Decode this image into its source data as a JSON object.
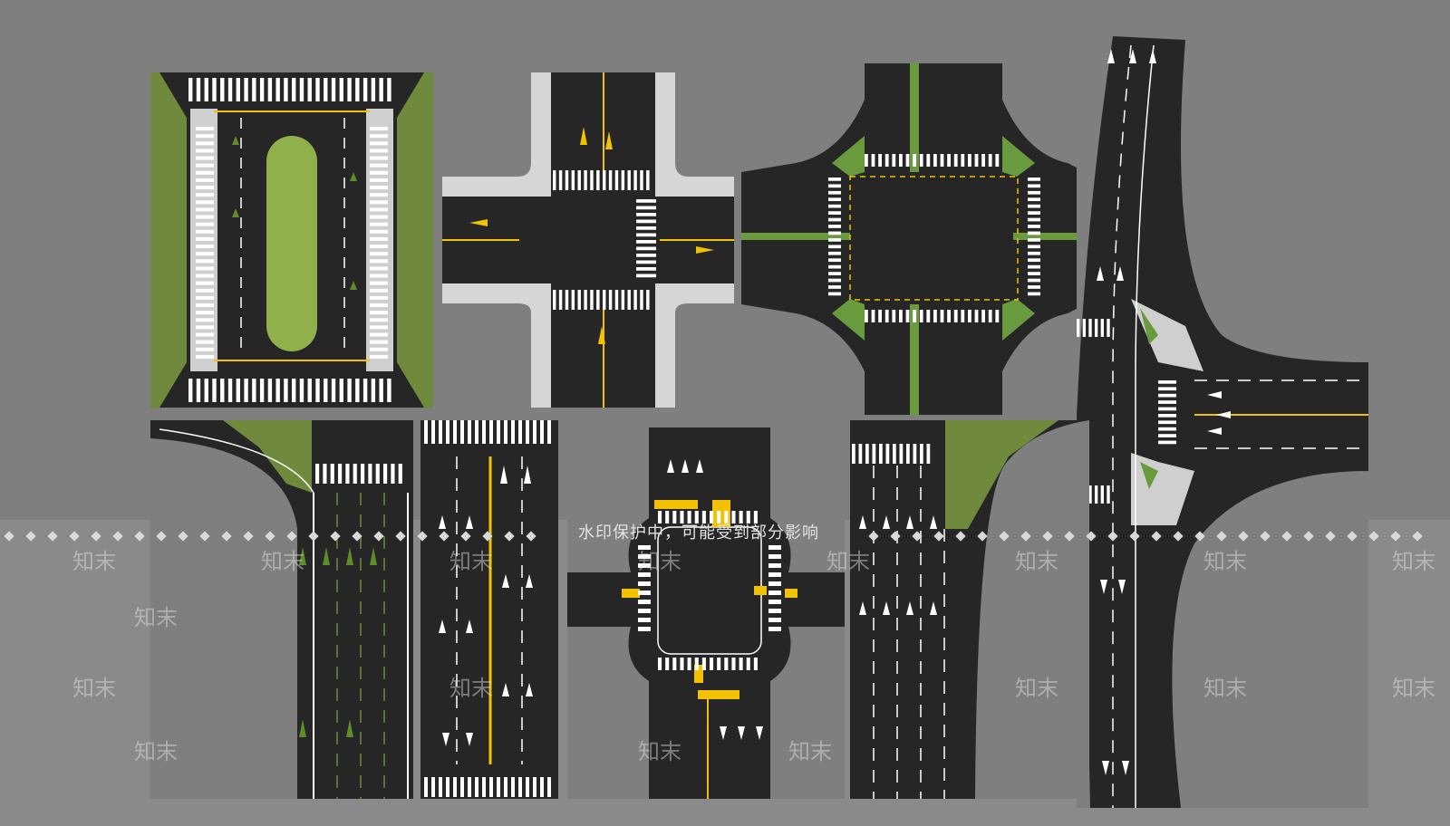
{
  "watermark": {
    "notice": "水印保护中，可能受到部分影响",
    "brand": "知末"
  },
  "colors": {
    "background": "#7f7f7f",
    "asphalt": "#262626",
    "median_green": "#8fb04a",
    "verge_green": "#6f8a3c",
    "sidewalk": "#d6d6d6",
    "marking_white": "#ffffff",
    "marking_yellow": "#f2c200"
  },
  "tiles": [
    {
      "id": "boulevard-median",
      "icons": [
        "lane-arrow-icon",
        "bicycle-icon",
        "crosswalk"
      ]
    },
    {
      "id": "four-way-intersection-sidewalks",
      "icons": [
        "yellow-turn-arrow-icon",
        "bicycle-icon",
        "crosswalk"
      ]
    },
    {
      "id": "large-intersection-islands",
      "icons": [
        "lane-arrow-icon",
        "crosswalk",
        "traffic-island"
      ]
    },
    {
      "id": "t-junction-divided",
      "icons": [
        "lane-arrow-icon",
        "crosswalk",
        "traffic-island"
      ]
    },
    {
      "id": "curved-merge-road",
      "icons": [
        "lane-arrow-icon",
        "bicycle-icon",
        "crosswalk"
      ]
    },
    {
      "id": "straight-road-arrows",
      "icons": [
        "turn-arrow-icon",
        "bicycle-icon",
        "crosswalk"
      ]
    },
    {
      "id": "compact-intersection-yellow",
      "icons": [
        "lane-arrow-icon",
        "crosswalk"
      ]
    },
    {
      "id": "road-with-corner-verge",
      "icons": [
        "lane-arrow-icon",
        "crosswalk"
      ]
    }
  ]
}
